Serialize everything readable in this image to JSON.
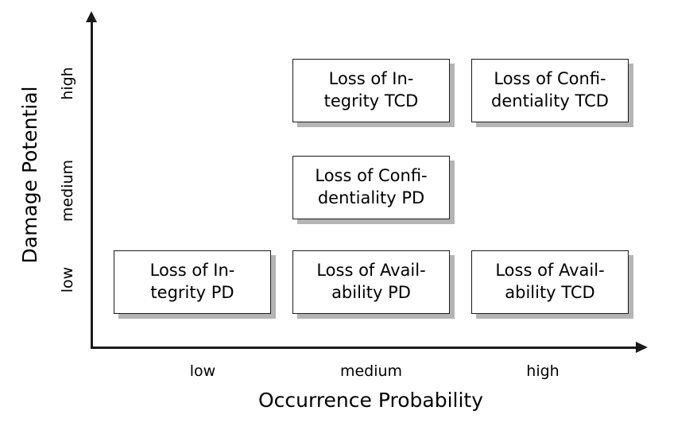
{
  "chart_data": {
    "type": "table",
    "title": "",
    "xlabel": "Occurrence Probability",
    "ylabel": "Damage Potential",
    "x_categories": [
      "low",
      "medium",
      "high"
    ],
    "y_categories": [
      "low",
      "medium",
      "high"
    ],
    "grid": false,
    "legend": "none",
    "cells": [
      {
        "x": "medium",
        "y": "high",
        "label": "Loss of In-\ntegrity TCD",
        "line1": "Loss of In-",
        "line2": "tegrity TCD"
      },
      {
        "x": "high",
        "y": "high",
        "label": "Loss of Confi-\ndentiality TCD",
        "line1": "Loss of Confi-",
        "line2": "dentiality TCD"
      },
      {
        "x": "medium",
        "y": "medium",
        "label": "Loss of Confi-\ndentiality PD",
        "line1": "Loss of Confi-",
        "line2": "dentiality PD"
      },
      {
        "x": "low",
        "y": "low",
        "label": "Loss of In-\ntegrity PD",
        "line1": "Loss of In-",
        "line2": "tegrity PD"
      },
      {
        "x": "medium",
        "y": "low",
        "label": "Loss of Avail-\nability PD",
        "line1": "Loss of Avail-",
        "line2": "ability PD"
      },
      {
        "x": "high",
        "y": "low",
        "label": "Loss of Avail-\nability TCD",
        "line1": "Loss of Avail-",
        "line2": "ability TCD"
      }
    ]
  },
  "axes": {
    "y_title": "Damage Potential",
    "x_title": "Occurrence Probability",
    "y_ticks": [
      {
        "label": "high"
      },
      {
        "label": "medium"
      },
      {
        "label": "low"
      }
    ],
    "x_ticks": [
      {
        "label": "low"
      },
      {
        "label": "medium"
      },
      {
        "label": "high"
      }
    ]
  },
  "colors": {
    "axis": "#1a1a1a",
    "box_border": "#1a1a1a",
    "box_fill": "#ffffff",
    "box_shadow": "#b4b4b4",
    "background": "#ffffff",
    "text": "#000000"
  }
}
